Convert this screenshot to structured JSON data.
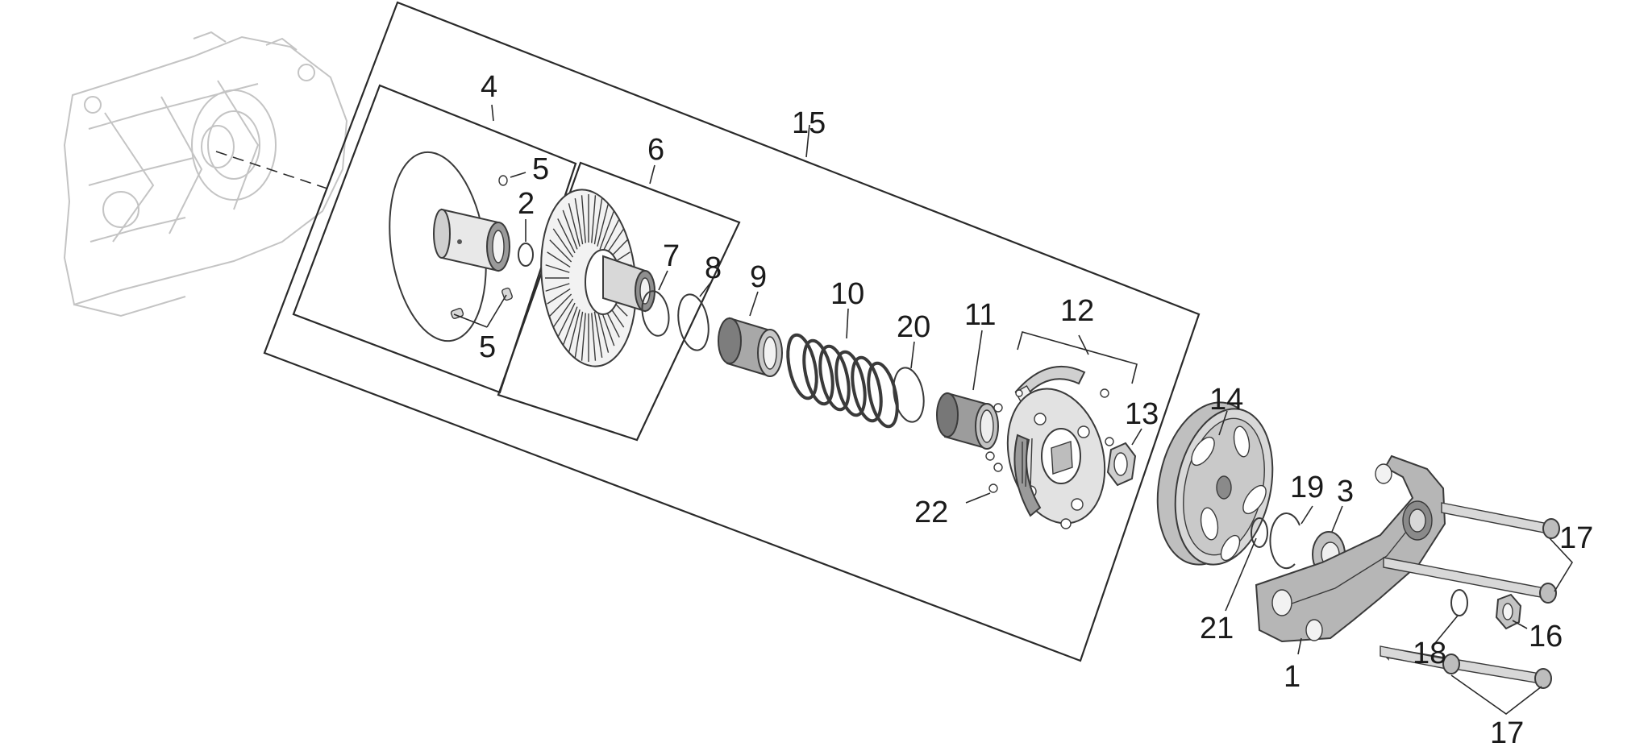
{
  "labels": {
    "l1": "1",
    "l2": "2",
    "l3": "3",
    "l4": "4",
    "l5a": "5",
    "l5b": "5",
    "l6": "6",
    "l7": "7",
    "l8": "8",
    "l9": "9",
    "l10": "10",
    "l11": "11",
    "l12": "12",
    "l13": "13",
    "l14": "14",
    "l15": "15",
    "l16": "16",
    "l17a": "17",
    "l17b": "17",
    "l18": "18",
    "l19": "19",
    "l20": "20",
    "l21": "21",
    "l22": "22"
  },
  "colors": {
    "line": "#2a2a2a",
    "ghost": "#c4c4c4",
    "metal_dark": "#6e6e6e",
    "metal_mid": "#a8a8a8",
    "metal_light": "#dcdcdc"
  }
}
